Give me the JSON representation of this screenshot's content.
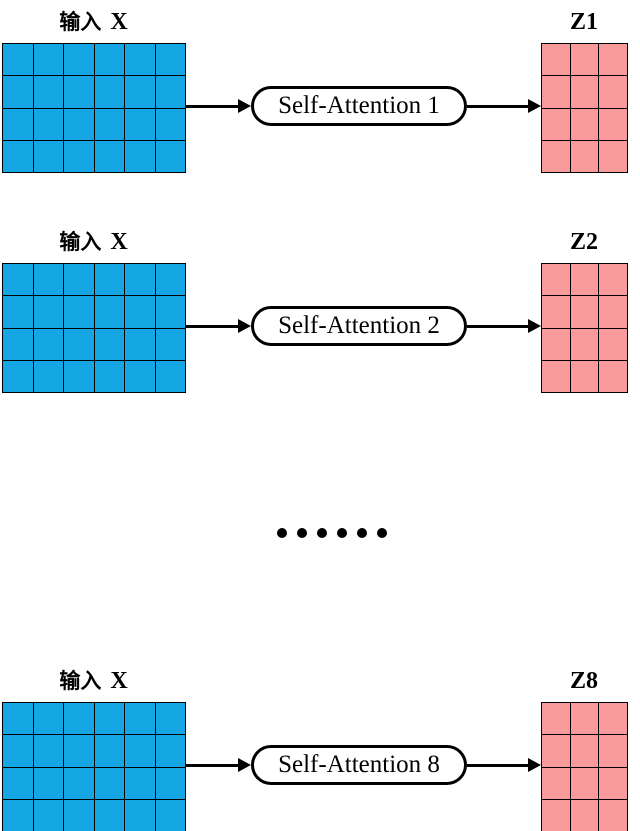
{
  "diagram": {
    "title": "multi-head self-attention diagram",
    "colors": {
      "input_fill": "#14A7E3",
      "output_fill": "#FA9B9B",
      "line": "#000000",
      "background": "#FFFFFF"
    },
    "rows": [
      {
        "input_label_cn": "输入",
        "input_label_var": "X",
        "box_label": "Self-Attention 1",
        "output_label": "Z1",
        "input_matrix": {
          "rows": 4,
          "cols": 6,
          "fill": "#14A7E3"
        },
        "output_matrix": {
          "rows": 4,
          "cols": 3,
          "fill": "#FA9B9B"
        }
      },
      {
        "input_label_cn": "输入",
        "input_label_var": "X",
        "box_label": "Self-Attention 2",
        "output_label": "Z2",
        "input_matrix": {
          "rows": 4,
          "cols": 6,
          "fill": "#14A7E3"
        },
        "output_matrix": {
          "rows": 4,
          "cols": 3,
          "fill": "#FA9B9B"
        }
      },
      {
        "input_label_cn": "输入",
        "input_label_var": "X",
        "box_label": "Self-Attention 8",
        "output_label": "Z8",
        "input_matrix": {
          "rows": 4,
          "cols": 6,
          "fill": "#14A7E3"
        },
        "output_matrix": {
          "rows": 4,
          "cols": 3,
          "fill": "#FA9B9B"
        }
      }
    ],
    "ellipsis": {
      "count": 6
    }
  }
}
